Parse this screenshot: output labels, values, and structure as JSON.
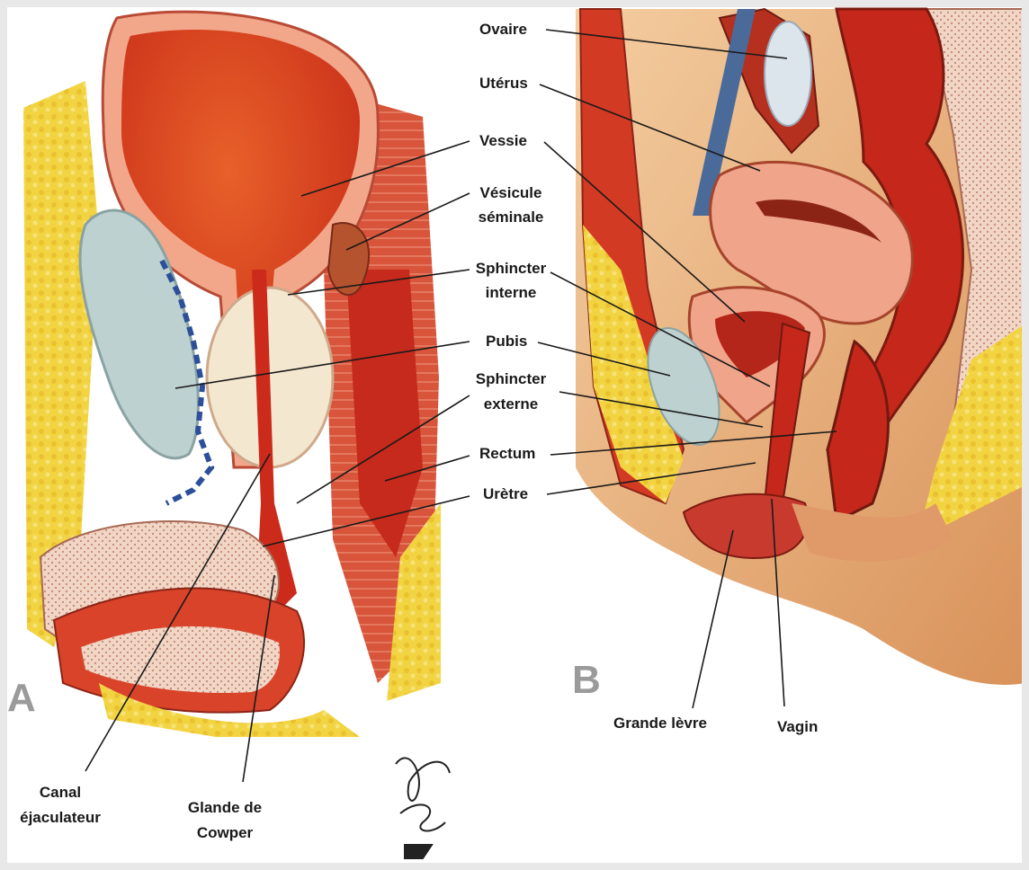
{
  "figure": {
    "panel_a": {
      "letter": "A"
    },
    "panel_b": {
      "letter": "B"
    },
    "labels": {
      "ovaire": "Ovaire",
      "uterus": "Utérus",
      "vessie": "Vessie",
      "vesicule_1": "Vésicule",
      "vesicule_2": "séminale",
      "sphincter_int_1": "Sphincter",
      "sphincter_int_2": "interne",
      "pubis": "Pubis",
      "sphincter_ext_1": "Sphincter",
      "sphincter_ext_2": "externe",
      "rectum": "Rectum",
      "uretre": "Urètre",
      "canal_1": "Canal",
      "canal_2": "éjaculateur",
      "glande_1": "Glande de",
      "glande_2": "Cowper",
      "grande_levre": "Grande lèvre",
      "vagin": "Vagin"
    },
    "signature": {
      "text": "F. Netter"
    },
    "colors": {
      "bladder": "#d8401c",
      "muscle": "#c8281a",
      "fat": "#f0d23c",
      "bone": "#b8cfcf",
      "skin": "#e9b27c",
      "label_line": "#1a1a1a"
    }
  }
}
